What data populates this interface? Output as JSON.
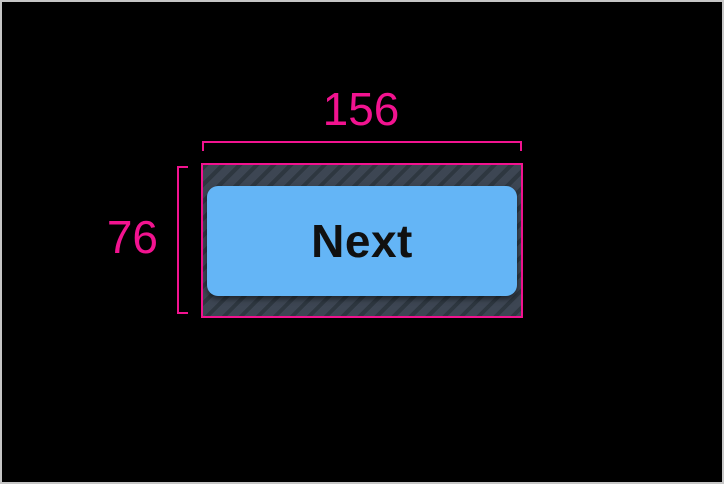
{
  "colors": {
    "background": "#000000",
    "frame_border": "#c6c6c6",
    "accent": "#f21390",
    "hatch_base": "#3d4653",
    "hatch_stripe": "#2e3740",
    "button_fill": "#64b5f6",
    "button_text": "#101010"
  },
  "annotations": {
    "width_label": "156",
    "height_label": "76"
  },
  "button": {
    "label": "Next"
  }
}
